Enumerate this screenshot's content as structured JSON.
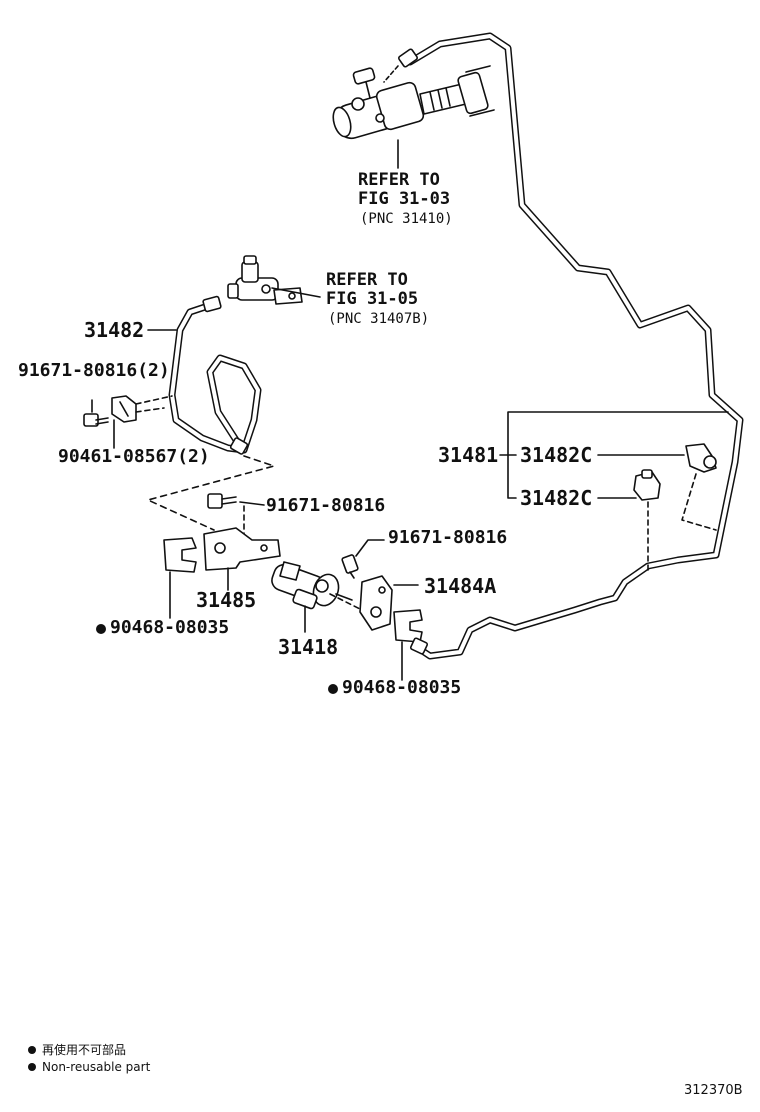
{
  "refer_top": {
    "line1": "REFER TO",
    "line2": "FIG 31-03",
    "pnc": "(PNC 31410)"
  },
  "refer_mid": {
    "line1": "REFER TO",
    "line2": "FIG 31-05",
    "pnc": "(PNC 31407B)"
  },
  "parts": {
    "p31482": "31482",
    "p91671_80816_2": "91671-80816(2)",
    "p90461_08567_2": "90461-08567(2)",
    "p31481": "31481",
    "p31482c_a": "31482C",
    "p31482c_b": "31482C",
    "p91671_80816_a": "91671-80816",
    "p91671_80816_b": "91671-80816",
    "p31485": "31485",
    "p31484a": "31484A",
    "p90468_08035_a": "90468-08035",
    "p90468_08035_b": "90468-08035",
    "p31418": "31418"
  },
  "legend": {
    "line_jp": "再使用不可部品",
    "line_en": "Non-reusable part"
  },
  "figure_code": "312370B"
}
